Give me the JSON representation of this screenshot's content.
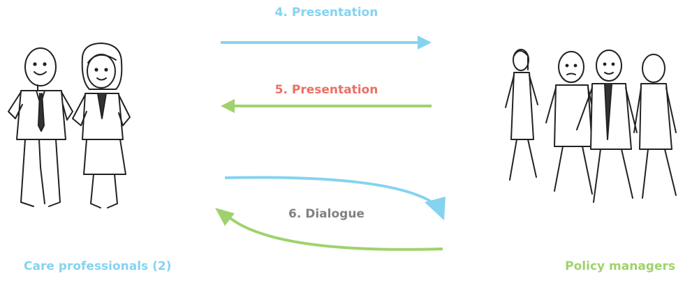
{
  "steps": {
    "presentation_to_managers": "4. Presentation",
    "presentation_to_professionals": "5. Presentation",
    "dialogue": "6. Dialogue"
  },
  "groups": {
    "left": "Care professionals (2)",
    "right": "Policy managers"
  },
  "colors": {
    "blue": "#85d3f0",
    "green": "#9fd26c",
    "red": "#ea7063",
    "gray": "#808285",
    "ink": "#222222"
  }
}
